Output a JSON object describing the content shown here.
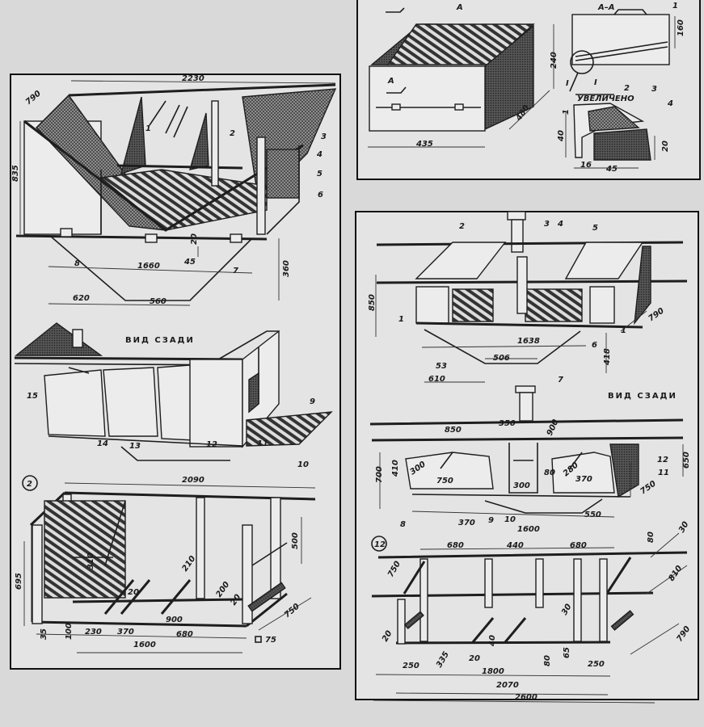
{
  "figure_left_top": {
    "dims": {
      "length": "2230",
      "depth": "790",
      "height": "835",
      "d20": "20",
      "d45": "45",
      "base": "1660",
      "stand_h": "360",
      "stand_side": "620",
      "stand_mid": "560"
    },
    "callouts": [
      "1",
      "2",
      "3",
      "4",
      "5",
      "6",
      "7",
      "8"
    ]
  },
  "figure_left_rear": {
    "title": "ВИД СЗАДИ",
    "callouts": [
      "15",
      "14",
      "13",
      "12",
      "11",
      "10",
      "9"
    ]
  },
  "figure_2": {
    "number": "2",
    "dims": {
      "length": "2090",
      "height": "695",
      "post": "500",
      "inner": "310",
      "slat_a": "210",
      "slat_gap": "20",
      "slat_b": "200",
      "slat_gap2": "20",
      "depth": "750",
      "foot": "35",
      "beam": "100",
      "s230": "230",
      "s370": "370",
      "s900": "900",
      "s680": "680",
      "total": "1600",
      "section": "75"
    }
  },
  "figure_box": {
    "section_marker": "А",
    "section_marker_2": "А",
    "section_title": "А–А",
    "detail_marker": "I",
    "detail_title": "I",
    "detail_subtitle": "УВЕЛИЧЕНО",
    "dims": {
      "height": "240",
      "depth": "480",
      "width": "435",
      "section_h": "160",
      "detail_40": "40",
      "detail_1": "1",
      "detail_20": "20",
      "detail_16": "16",
      "detail_45": "45"
    },
    "callouts": [
      "1",
      "2",
      "3",
      "4"
    ]
  },
  "figure_right_front": {
    "callouts": [
      "3",
      "4",
      "5",
      "2",
      "1",
      "1",
      "6",
      "7",
      "53"
    ],
    "dims": {
      "height": "850",
      "length": "1638",
      "depth": "790",
      "leg": "418",
      "stand_mid": "506",
      "stand_side": "610"
    }
  },
  "figure_right_rear": {
    "title": "ВИД СЗАДИ",
    "dims": {
      "d850": "850",
      "d350": "350",
      "d900": "900",
      "d700": "700",
      "d410": "410",
      "d300a": "300",
      "d750": "750",
      "d80": "80",
      "d300b": "300",
      "d280": "280",
      "d370a": "370",
      "d650": "650",
      "d750b": "750",
      "d370b": "370",
      "d550": "550",
      "d1600": "1600"
    },
    "callouts": [
      "12",
      "11",
      "8",
      "9",
      "10"
    ]
  },
  "figure_12": {
    "number": "12",
    "dims": {
      "d680a": "680",
      "d440": "440",
      "d680b": "680",
      "d80": "80",
      "d30": "30",
      "d810": "810",
      "d750": "750",
      "d20a": "20",
      "d335": "335",
      "d40": "40",
      "d20b": "20",
      "d30b": "30",
      "d65": "65",
      "d80b": "80",
      "d250a": "250",
      "d250b": "250",
      "d1800": "1800",
      "d2070": "2070",
      "d2600": "2600",
      "d790": "790"
    }
  }
}
